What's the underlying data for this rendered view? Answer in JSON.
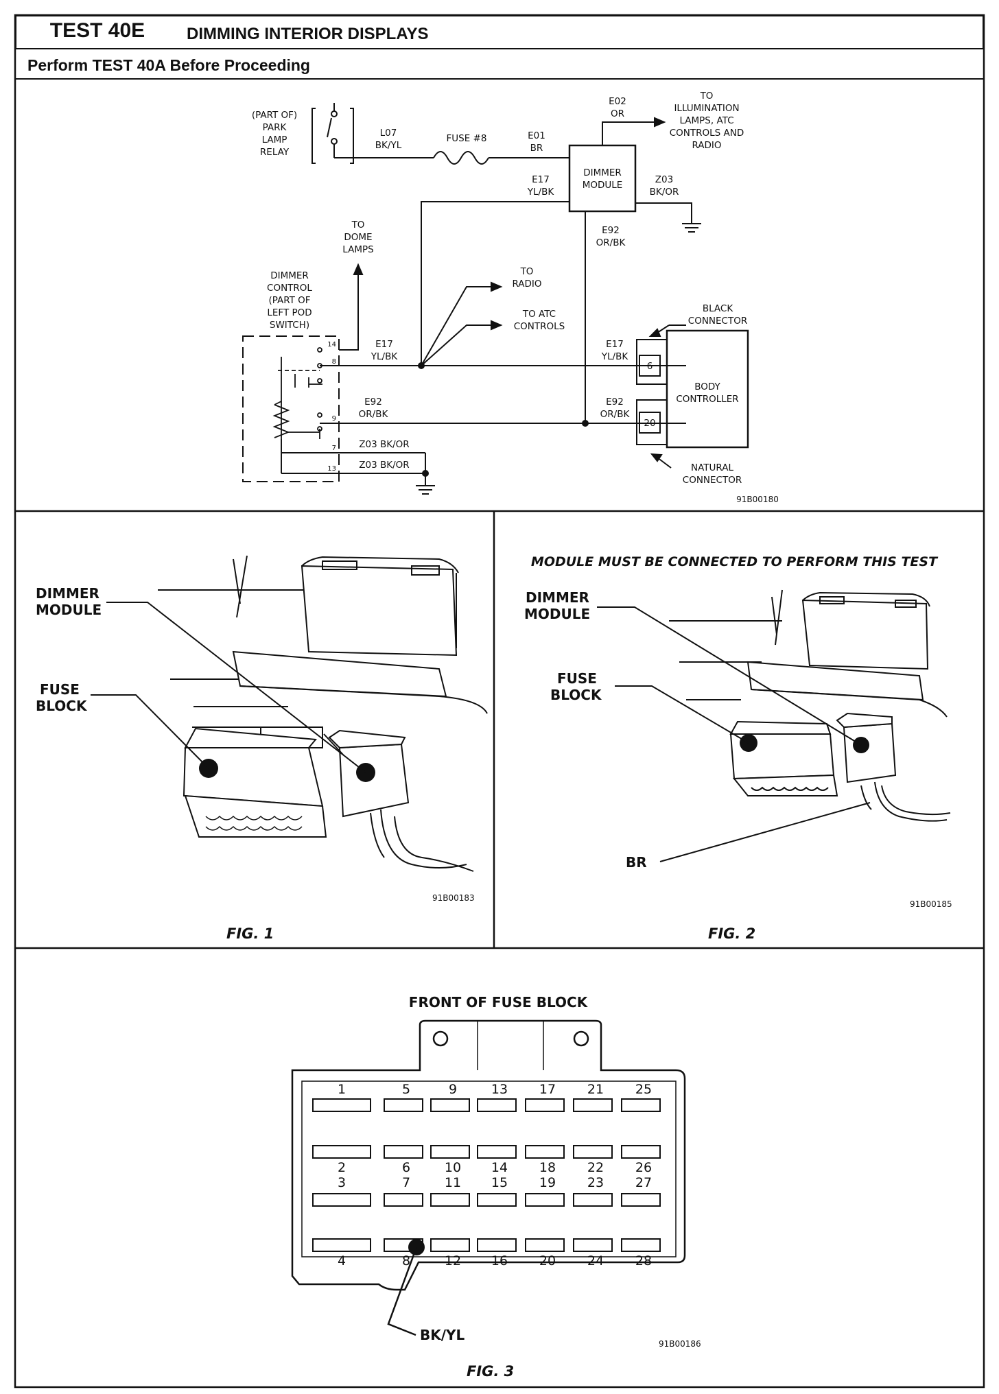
{
  "header": {
    "test_id": "TEST 40E",
    "title": "DIMMING INTERIOR DISPLAYS",
    "prereq": "Perform TEST 40A Before Proceeding"
  },
  "schematic": {
    "park_relay": [
      "(PART OF)",
      "PARK",
      "LAMP",
      "RELAY"
    ],
    "l07": [
      "L07",
      "BK/YL"
    ],
    "fuse": "FUSE #8",
    "e01": [
      "E01",
      "BR"
    ],
    "e02": [
      "E02",
      "OR"
    ],
    "to_illum": [
      "TO",
      "ILLUMINATION",
      "LAMPS, ATC",
      "CONTROLS AND",
      "RADIO"
    ],
    "dimmer_module": [
      "DIMMER",
      "MODULE"
    ],
    "e17_top": [
      "E17",
      "YL/BK"
    ],
    "z03_top": [
      "Z03",
      "BK/OR"
    ],
    "e92_mid": [
      "E92",
      "OR/BK"
    ],
    "to_dome": [
      "TO",
      "DOME",
      "LAMPS"
    ],
    "dimmer_control": [
      "DIMMER",
      "CONTROL",
      "(PART OF",
      "LEFT POD",
      "SWITCH)"
    ],
    "to_radio": [
      "TO",
      "RADIO"
    ],
    "to_atc": [
      "TO ATC",
      "CONTROLS"
    ],
    "black_connector": [
      "BLACK",
      "CONNECTOR"
    ],
    "body_controller": [
      "BODY",
      "CONTROLLER"
    ],
    "natural_connector": [
      "NATURAL",
      "CONNECTOR"
    ],
    "pins": [
      "14",
      "8",
      "9",
      "7",
      "13"
    ],
    "e17_left": [
      "E17",
      "YL/BK"
    ],
    "e17_right": [
      "E17",
      "YL/BK"
    ],
    "e92_left": [
      "E92",
      "OR/BK"
    ],
    "e92_right": [
      "E92",
      "OR/BK"
    ],
    "cavity_6": "6",
    "cavity_20": "20",
    "z03_pin7": "Z03 BK/OR",
    "z03_pin13": "Z03 BK/OR",
    "ref": "91B00180"
  },
  "fig1": {
    "label_dimmer": [
      "DIMMER",
      "MODULE"
    ],
    "label_fuse": [
      "FUSE",
      "BLOCK"
    ],
    "ref": "91B00183",
    "caption": "FIG. 1"
  },
  "fig2": {
    "note": "MODULE MUST BE CONNECTED TO PERFORM THIS TEST",
    "label_dimmer": [
      "DIMMER",
      "MODULE"
    ],
    "label_fuse": [
      "FUSE",
      "BLOCK"
    ],
    "label_br": "BR",
    "ref": "91B00185",
    "caption": "FIG. 2"
  },
  "fig3": {
    "title": "FRONT OF FUSE BLOCK",
    "top_row": [
      "1",
      "5",
      "9",
      "13",
      "17",
      "21",
      "25"
    ],
    "row2": [
      "2",
      "6",
      "10",
      "14",
      "18",
      "22",
      "26"
    ],
    "row3": [
      "3",
      "7",
      "11",
      "15",
      "19",
      "23",
      "27"
    ],
    "row4": [
      "4",
      "8",
      "12",
      "16",
      "20",
      "24",
      "28"
    ],
    "label_wire": "BK/YL",
    "ref": "91B00186",
    "caption": "FIG. 3"
  }
}
